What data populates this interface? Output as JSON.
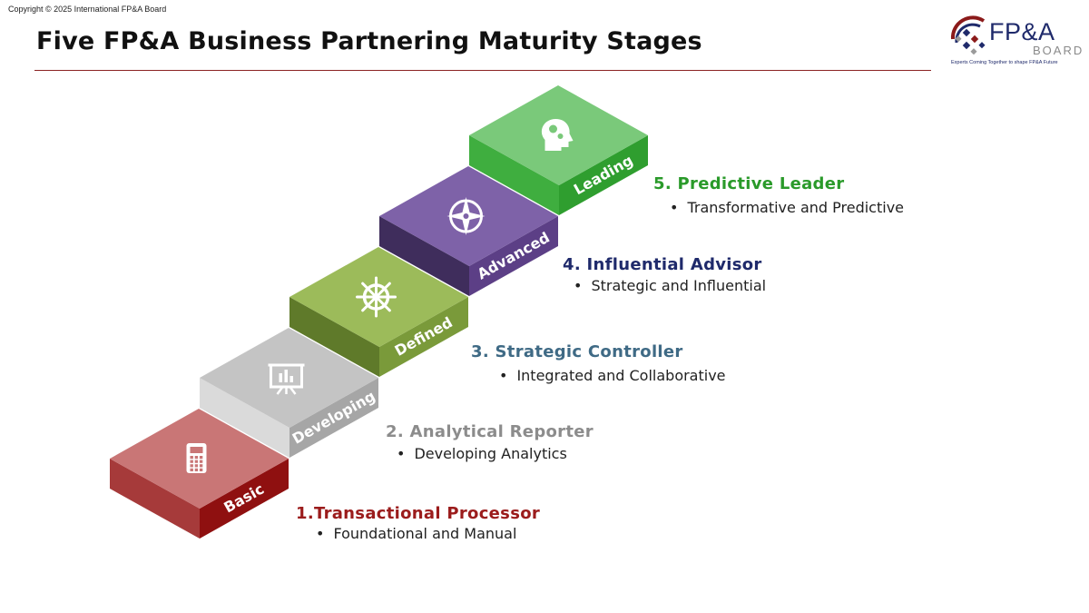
{
  "copyright": "Copyright © 2025 International FP&A Board",
  "title": "Five FP&A Business Partnering Maturity Stages",
  "logo": {
    "name": "FP&A",
    "sub": "BOARD",
    "tagline": "Experts Coming Together to shape FP&A Future"
  },
  "colors": {
    "rule": "#8b2323",
    "basic": "#c0392b",
    "developing": "#bdbdbd",
    "defined": "#8db04a",
    "advanced": "#6f559a",
    "leading": "#3aa83a"
  },
  "steps": [
    {
      "label": "Basic",
      "icon": "calculator-icon",
      "number": "1.",
      "title": "1.Transactional Processor",
      "description": "Foundational and Manual",
      "title_color": "#9b1c1c",
      "top_color": "#c97676",
      "front_color": "#8f1010",
      "side_color": "#a63a3a"
    },
    {
      "label": "Developing",
      "icon": "presentation-board-icon",
      "title": "2. Analytical Reporter",
      "description": "Developing Analytics",
      "title_color": "#8c8c8c",
      "top_color": "#c4c4c4",
      "front_color": "#a6a6a6",
      "side_color": "#dadada"
    },
    {
      "label": "Defined",
      "icon": "ship-wheel-icon",
      "title": "3. Strategic Controller",
      "description": "Integrated and Collaborative",
      "title_color": "#3f6a85",
      "top_color": "#9cbb5a",
      "front_color": "#7a9a3a",
      "side_color": "#5f7a2a"
    },
    {
      "label": "Advanced",
      "icon": "compass-icon",
      "title": "4. Influential Advisor",
      "description": "Strategic and Influential",
      "title_color": "#1f2a6b",
      "top_color": "#7e62a8",
      "front_color": "#5c3f86",
      "side_color": "#3f2d5c"
    },
    {
      "label": "Leading",
      "icon": "head-gears-icon",
      "title": "5. Predictive Leader",
      "description": "Transformative and Predictive",
      "title_color": "#2a9a2a",
      "top_color": "#7ac97a",
      "front_color": "#2f9e2f",
      "side_color": "#3fae3f"
    }
  ]
}
